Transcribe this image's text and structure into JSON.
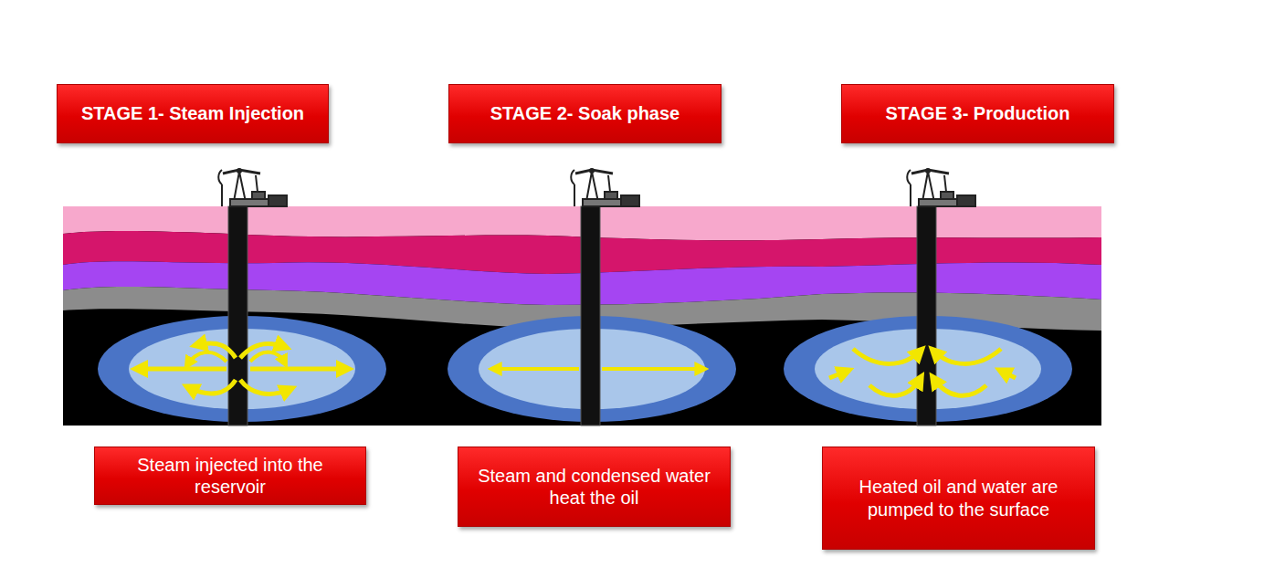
{
  "diagram": {
    "nodes": [
      {
        "text": [
          "STAGE 1- Steam Injection"
        ]
      },
      {
        "text": [
          "STAGE 2- Soak phase"
        ]
      },
      {
        "text": [
          "STAGE 3- Production"
        ]
      },
      {
        "text": [
          "Steam injected into the reservoir"
        ]
      },
      {
        "text": [
          "Steam and condensed water heat the oil"
        ]
      },
      {
        "text": [
          "Heated oil and water are pumped to the surface"
        ]
      }
    ]
  }
}
